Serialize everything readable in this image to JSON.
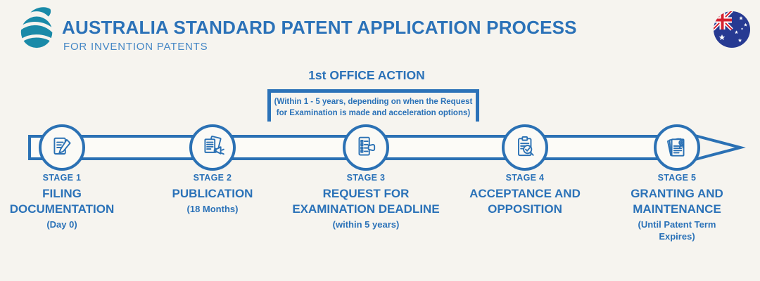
{
  "colors": {
    "background": "#f6f4ef",
    "accent_blue": "#2b72b8",
    "logo_teal": "#1a8aa8",
    "flag_navy": "#273a92",
    "flag_red": "#d5202f"
  },
  "header": {
    "title": "AUSTRALIA STANDARD PATENT APPLICATION PROCESS",
    "subtitle": "FOR INVENTION PATENTS",
    "logo_icon": "swoosh-globe-logo",
    "flag_icon": "australia-flag"
  },
  "office_action": {
    "title": "1st OFFICE ACTION",
    "note": "(Within 1 - 5 years, depending on when the Request\nfor Examination is made and acceleration options)"
  },
  "timeline": {
    "stages": [
      {
        "label": "STAGE 1",
        "name": "FILING\nDOCUMENTATION",
        "detail": "(Day 0)",
        "icon": "document-pencil-icon"
      },
      {
        "label": "STAGE 2",
        "name": "PUBLICATION",
        "detail": "(18 Months)",
        "icon": "documents-megaphone-icon"
      },
      {
        "label": "STAGE 3",
        "name": "REQUEST FOR\nEXAMINATION DEADLINE",
        "detail": "(within 5 years)",
        "icon": "checklist-hand-icon"
      },
      {
        "label": "STAGE 4",
        "name": "ACCEPTANCE AND\nOPPOSITION",
        "detail": "",
        "icon": "clipboard-magnifier-icon"
      },
      {
        "label": "STAGE 5",
        "name": "GRANTING AND\nMAINTENANCE",
        "detail": "(Until Patent Term\nExpires)",
        "icon": "certificate-ribbon-icon"
      }
    ]
  }
}
